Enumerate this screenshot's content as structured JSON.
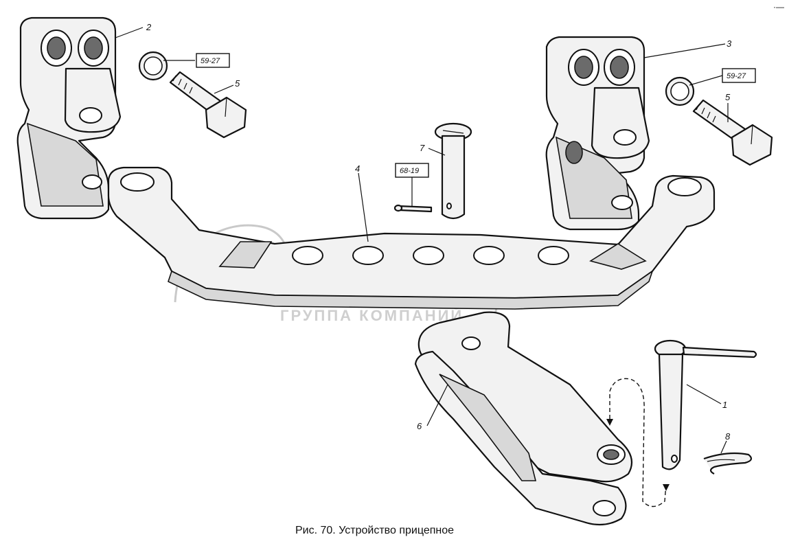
{
  "figure": {
    "caption": "Рис. 70. Устройство прицепное",
    "watermark_subtitle": "ГРУППА КОМПАНИЙ",
    "corner_mark": "·—"
  },
  "callouts": {
    "c1": "1",
    "c2": "2",
    "c3": "3",
    "c4": "4",
    "c5a": "5",
    "c5b": "5",
    "c6": "6",
    "c7": "7",
    "c8": "8"
  },
  "references": {
    "r1": "59-27",
    "r2": "59-27",
    "r3": "68-19"
  }
}
